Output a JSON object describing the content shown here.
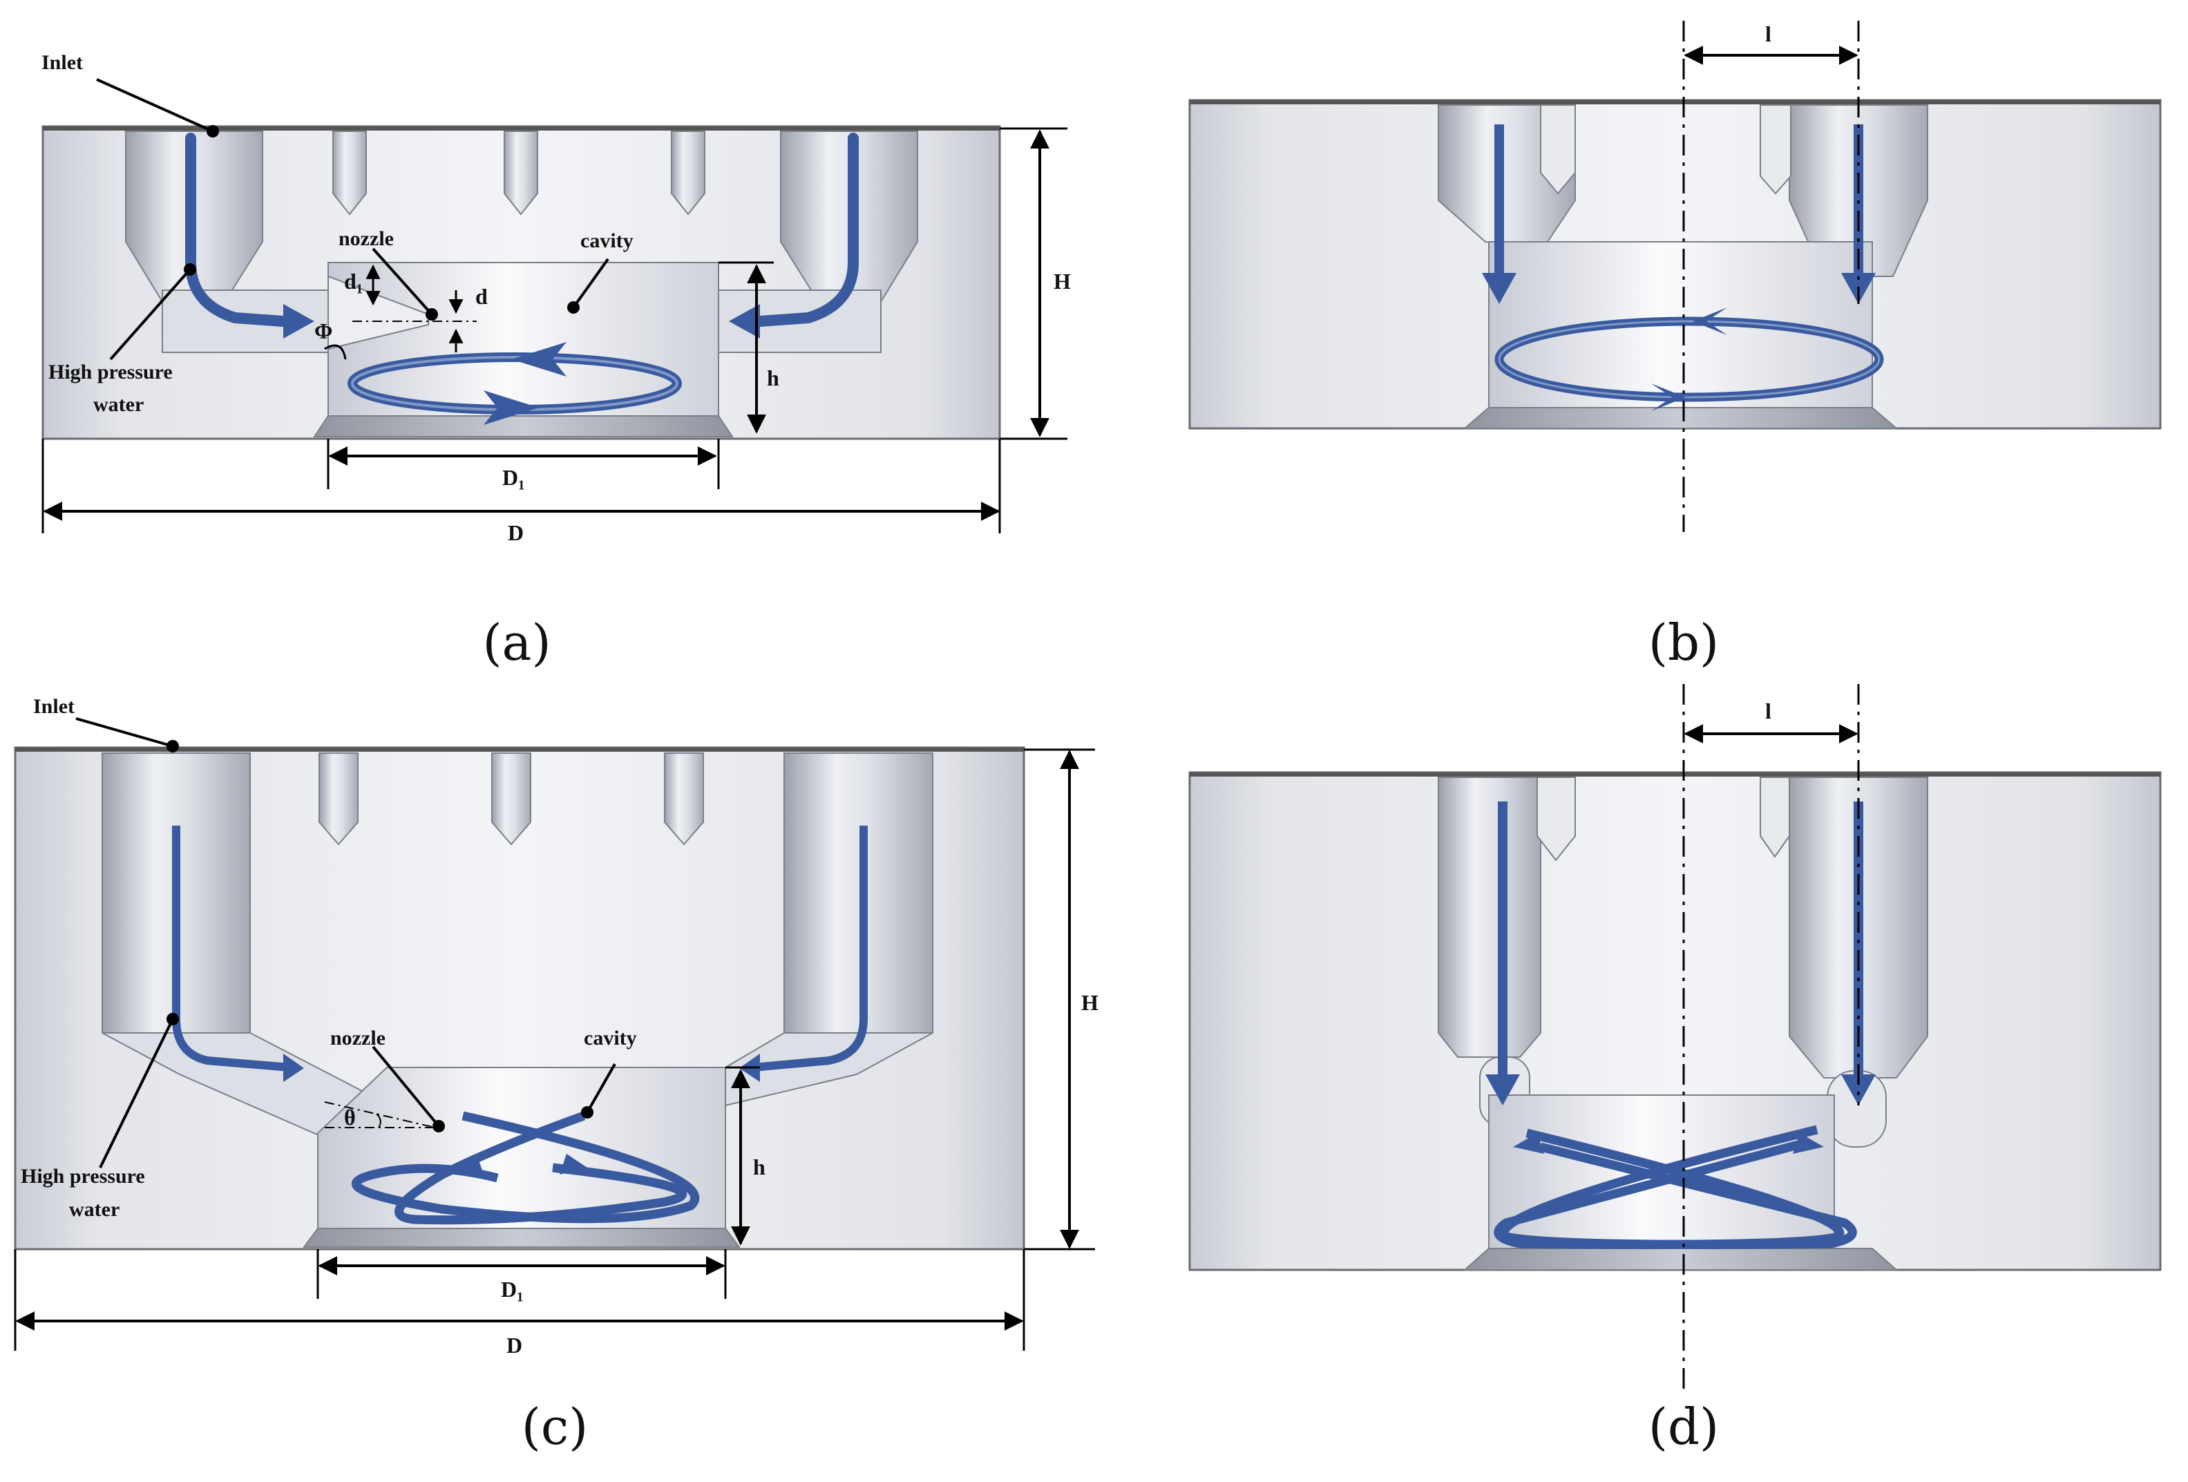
{
  "panels": {
    "a": {
      "caption": "(a)",
      "inlet": "Inlet",
      "nozzle": "nozzle",
      "cavity": "cavity",
      "hp_line1": "High pressure",
      "hp_line2": "water",
      "d1": "d₁",
      "d": "d",
      "phi": "Φ",
      "h": "h",
      "H": "H",
      "D1": "D₁",
      "D": "D"
    },
    "b": {
      "caption": "(b)",
      "l": "l"
    },
    "c": {
      "caption": "(c)",
      "inlet": "Inlet",
      "nozzle": "nozzle",
      "cavity": "cavity",
      "hp_line1": "High pressure",
      "hp_line2": "water",
      "theta": "θ",
      "h": "h",
      "H": "H",
      "D1": "D₁",
      "D": "D"
    },
    "d": {
      "caption": "(d)",
      "l": "l"
    }
  },
  "colors": {
    "flow": "#3a5a9f",
    "body": "#e6e8ed",
    "outline": "#6a6a72"
  }
}
